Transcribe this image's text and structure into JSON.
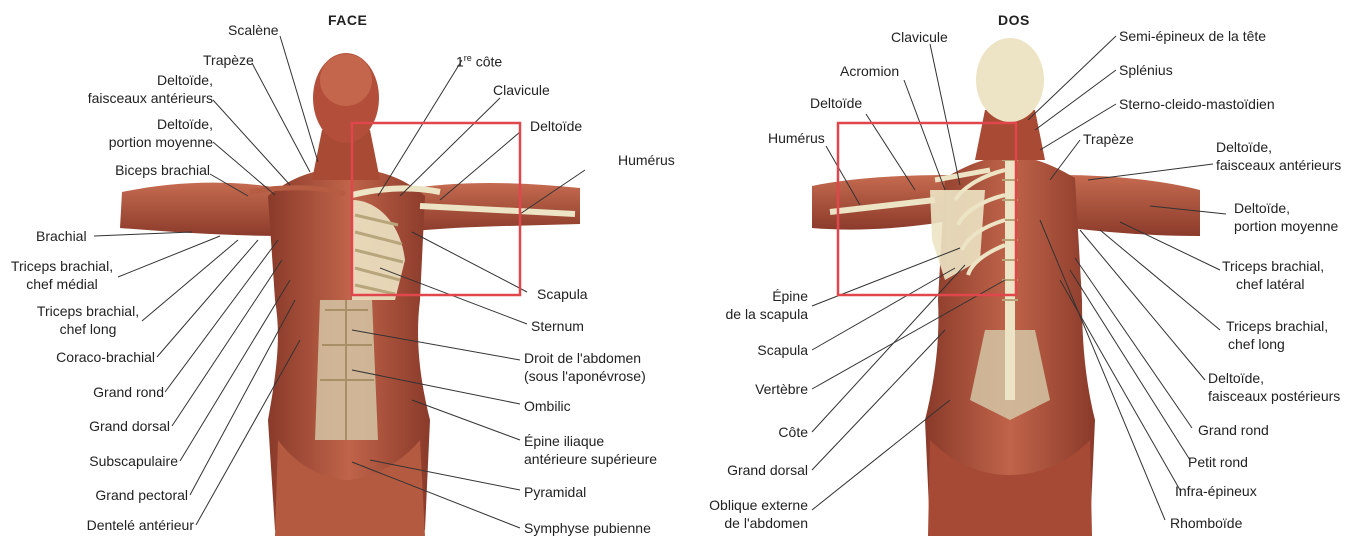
{
  "front": {
    "title": "FACE",
    "left_labels": [
      {
        "id": "scalene",
        "text": "Scalène"
      },
      {
        "id": "trapeze",
        "text": "Trapèze"
      },
      {
        "id": "deltoide-ant-1",
        "text": "Deltoïde,"
      },
      {
        "id": "deltoide-ant-2",
        "text": "faisceaux antérieurs"
      },
      {
        "id": "deltoide-moy-1",
        "text": "Deltoïde,"
      },
      {
        "id": "deltoide-moy-2",
        "text": "portion moyenne"
      },
      {
        "id": "biceps",
        "text": "Biceps brachial"
      },
      {
        "id": "brachial",
        "text": "Brachial"
      },
      {
        "id": "triceps-med-1",
        "text": "Triceps brachial,"
      },
      {
        "id": "triceps-med-2",
        "text": "chef médial"
      },
      {
        "id": "triceps-long-1",
        "text": "Triceps brachial,"
      },
      {
        "id": "triceps-long-2",
        "text": "chef long"
      },
      {
        "id": "coraco",
        "text": "Coraco-brachial"
      },
      {
        "id": "grand-rond",
        "text": "Grand rond"
      },
      {
        "id": "grand-dorsal",
        "text": "Grand dorsal"
      },
      {
        "id": "subscapulaire",
        "text": "Subscapulaire"
      },
      {
        "id": "grand-pectoral",
        "text": "Grand pectoral"
      },
      {
        "id": "dentele",
        "text": "Dentelé antérieur"
      }
    ],
    "right_labels": [
      {
        "id": "cote-1-pre",
        "text": "1"
      },
      {
        "id": "cote-1-sup",
        "text": "re"
      },
      {
        "id": "cote-1-post",
        "text": " côte"
      },
      {
        "id": "clavicule",
        "text": "Clavicule"
      },
      {
        "id": "deltoide",
        "text": "Deltoïde"
      },
      {
        "id": "humerus",
        "text": "Humérus"
      },
      {
        "id": "scapula",
        "text": "Scapula"
      },
      {
        "id": "sternum",
        "text": "Sternum"
      },
      {
        "id": "droit-1",
        "text": "Droit de l'abdomen"
      },
      {
        "id": "droit-2",
        "text": "(sous l'aponévrose)"
      },
      {
        "id": "ombilic",
        "text": "Ombilic"
      },
      {
        "id": "epine-1",
        "text": "Épine iliaque"
      },
      {
        "id": "epine-2",
        "text": "antérieure supérieure"
      },
      {
        "id": "pyramidal",
        "text": "Pyramidal"
      },
      {
        "id": "symphyse",
        "text": "Symphyse pubienne"
      }
    ]
  },
  "back": {
    "title": "DOS",
    "left_labels": [
      {
        "id": "clavicule",
        "text": "Clavicule"
      },
      {
        "id": "acromion",
        "text": "Acromion"
      },
      {
        "id": "deltoide",
        "text": "Deltoïde"
      },
      {
        "id": "humerus",
        "text": "Humérus"
      },
      {
        "id": "epine-scap-1",
        "text": "Épine"
      },
      {
        "id": "epine-scap-2",
        "text": "de la scapula"
      },
      {
        "id": "scapula",
        "text": "Scapula"
      },
      {
        "id": "vertebre",
        "text": "Vertèbre"
      },
      {
        "id": "cote",
        "text": "Côte"
      },
      {
        "id": "grand-dorsal",
        "text": "Grand dorsal"
      },
      {
        "id": "oblique-1",
        "text": "Oblique externe"
      },
      {
        "id": "oblique-2",
        "text": "de l'abdomen"
      }
    ],
    "right_labels": [
      {
        "id": "semi-epineux",
        "text": "Semi-épineux de la tête"
      },
      {
        "id": "splenius",
        "text": "Splénius"
      },
      {
        "id": "sterno",
        "text": "Sterno-cleido-mastoïdien"
      },
      {
        "id": "trapeze",
        "text": "Trapèze"
      },
      {
        "id": "deltoide-ant-1",
        "text": "Deltoïde,"
      },
      {
        "id": "deltoide-ant-2",
        "text": "faisceaux antérieurs"
      },
      {
        "id": "deltoide-moy-1",
        "text": "Deltoïde,"
      },
      {
        "id": "deltoide-moy-2",
        "text": "portion moyenne"
      },
      {
        "id": "triceps-lat-1",
        "text": "Triceps brachial,"
      },
      {
        "id": "triceps-lat-2",
        "text": "chef latéral"
      },
      {
        "id": "triceps-long-1",
        "text": "Triceps brachial,"
      },
      {
        "id": "triceps-long-2",
        "text": "chef long"
      },
      {
        "id": "deltoide-post-1",
        "text": "Deltoïde,"
      },
      {
        "id": "deltoide-post-2",
        "text": "faisceaux postérieurs"
      },
      {
        "id": "grand-rond",
        "text": "Grand rond"
      },
      {
        "id": "petit-rond",
        "text": "Petit rond"
      },
      {
        "id": "infra",
        "text": "Infra-épineux"
      },
      {
        "id": "rhomboide",
        "text": "Rhomboïde"
      }
    ]
  },
  "colors": {
    "highlight_box": "#e0474c",
    "muscle": "#b0523c",
    "muscle_dark": "#7d2f22",
    "bone": "#ece4c4",
    "tendon": "#d9cfb0",
    "leader": "#333333",
    "text": "#222222"
  }
}
